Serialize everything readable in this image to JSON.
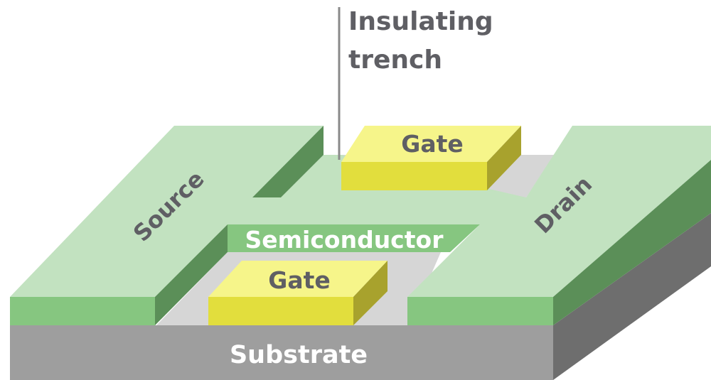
{
  "labels": {
    "annotation_line1": "Insulating",
    "annotation_line2": "trench",
    "gate_back": "Gate",
    "gate_front": "Gate",
    "source": "Source",
    "drain": "Drain",
    "semiconductor": "Semiconductor",
    "substrate": "Substrate"
  },
  "colors": {
    "substrate_front": "#9e9e9e",
    "substrate_side": "#6e6e6e",
    "trench_floor": "#d6d6d6",
    "electrode_top": "#c2e2c0",
    "electrode_front": "#86c680",
    "electrode_side": "#5b8f58",
    "gate_top": "#f6f58a",
    "gate_front": "#e2de3d",
    "gate_side": "#a8a22d",
    "label_dark": "#5f5f64",
    "label_light": "#ffffff",
    "annotation_line": "#8a8a8a"
  }
}
